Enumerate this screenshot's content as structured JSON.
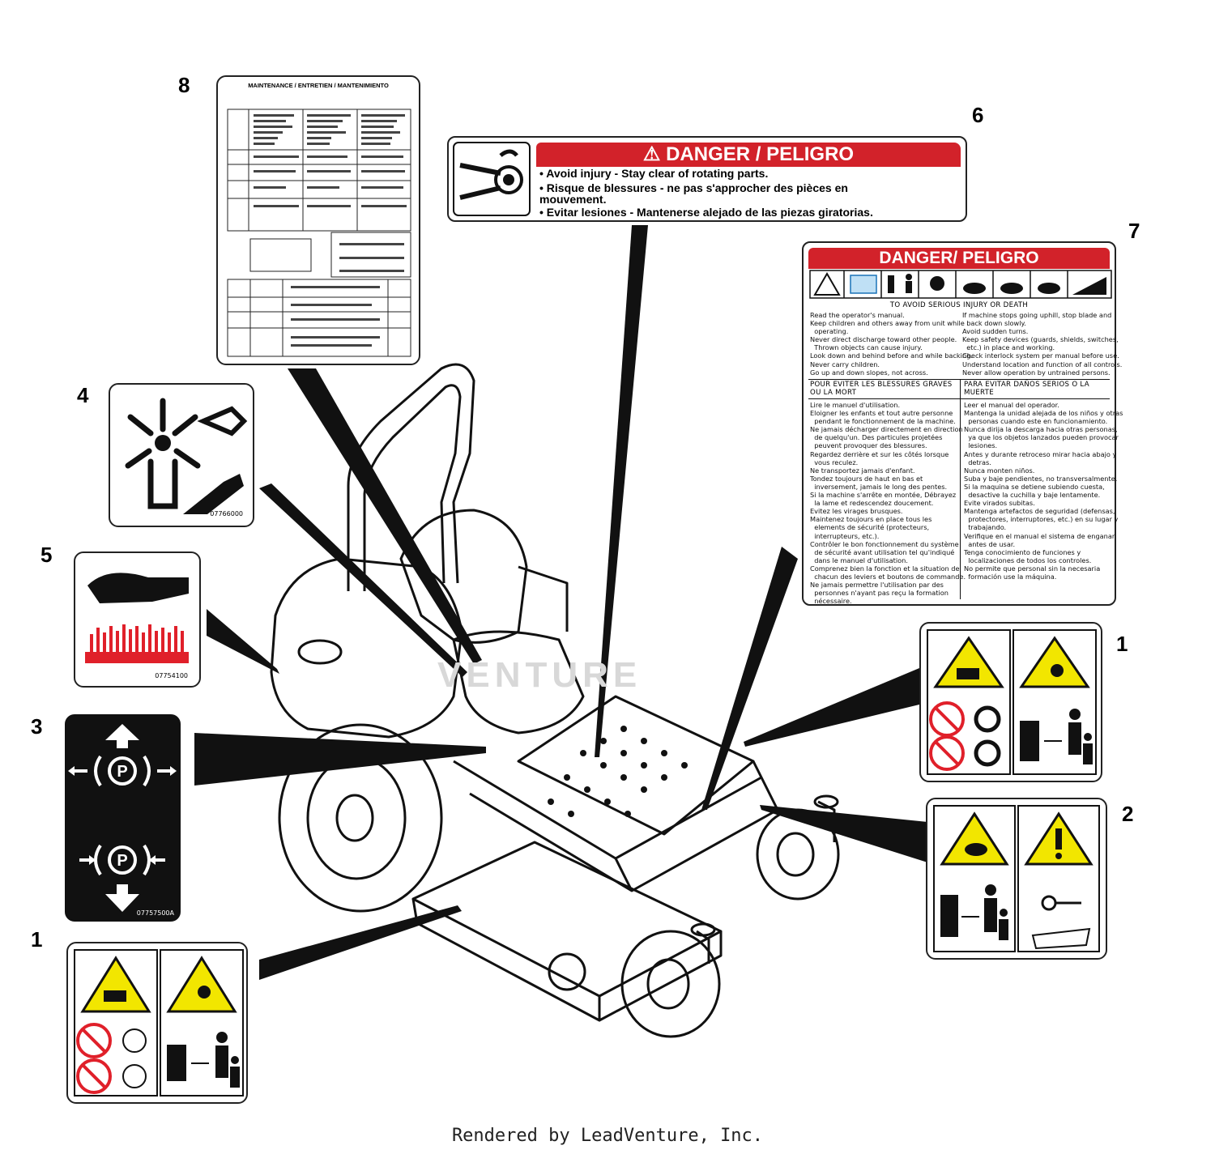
{
  "callouts": [
    "8",
    "6",
    "7",
    "4",
    "5",
    "3",
    "1",
    "2",
    "1"
  ],
  "decal6": {
    "header": "⚠ DANGER / PELIGRO",
    "lines": [
      "• Avoid injury - Stay clear of rotating parts.",
      "• Risque de blessures - ne pas s'approcher des pièces en",
      "   mouvement.",
      "• Evitar lesiones - Mantenerse alejado de las piezas giratorias."
    ]
  },
  "decal7": {
    "header": "DANGER/ PELIGRO",
    "subheader": "TO AVOID SERIOUS INJURY OR DEATH",
    "en_left": "Read the operator's manual.\nKeep children and others away from unit while\n  operating.\nNever direct discharge toward other people.\n  Thrown objects can cause injury.\nLook down and behind before and while backing.\nNever carry children.\nGo up and down slopes, not across.",
    "en_right": "If machine stops going uphill, stop blade and\n  back down slowly.\nAvoid sudden turns.\nKeep safety devices (guards, shields, switches,\n  etc.) in place and working.\nCheck interlock system per manual before use.\nUnderstand location and function of all controls.\nNever allow operation by untrained persons.",
    "fr_title": "POUR EVITER LES BLESSURES GRAVES\nOU LA MORT",
    "es_title": "PARA EVITAR DAÑOS SERIOS O LA\nMUERTE",
    "fr_text": "Lire le manuel d'utilisation.\nEloigner les enfants et tout autre personne\n  pendant le fonctionnement de la machine.\nNe jamais décharger directement en direction\n  de quelqu'un. Des particules projetées\n  peuvent provoquer des blessures.\nRegardez derrière et sur les côtés lorsque\n  vous reculez.\nNe transportez jamais d'enfant.\nTondez toujours de haut en bas et\n  inversement, jamais le long des pentes.\nSi la machine s'arrête en montée, Débrayez\n  la lame et redescendez doucement.\nEvitez les virages brusques.\nMaintenez toujours en place tous les\n  elements de sécurité (protecteurs,\n  interrupteurs, etc.).\nContrôler le bon fonctionnement du système\n  de sécurité avant utilisation tel qu'indiqué\n  dans le manuel d'utilisation.\nComprenez bien la fonction et la situation de\n  chacun des leviers et boutons de commande.\nNe jamais permettre l'utilisation par des\n  personnes n'ayant pas reçu la formation\n  nécessaire.",
    "es_text": "Leer el manual del operador.\nMantenga la unidad alejada de los niños y otras\n  personas cuando este en funcionamiento.\nNunca dirija la descarga hacia otras personas,\n  ya que los objetos lanzados pueden provocar\n  lesiones.\nAntes y durante retroceso mirar hacia abajo y\n  detras.\nNunca monten niños.\nSuba y baje pendientes, no transversalmente.\nSi la maquina se detiene subiendo cuesta,\n  desactive la cuchilla y baje lentamente.\nEvite virados subitas.\nMantenga artefactos de seguridad (defensas,\n  protectores, interruptores, etc.) en su lugar y\n  trabajando.\nVerifique en el manual el sistema de enganar\n  antes de usar.\nTenga conocimiento de funciones y\n  localizaciones de todos los controles.\nNo permite que personal sin la necesaria\n  formación use la máquina."
  },
  "decal8": {
    "header": "MAINTENANCE / ENTRETIEN / MANTENIMIENTO"
  },
  "decal4": {
    "code": "07766000"
  },
  "decal5": {
    "code": "07754100"
  },
  "decal3": {
    "code": "07757500A"
  },
  "footer": "Rendered by LeadVenture, Inc.",
  "watermark": "VENTURE",
  "colors": {
    "danger_red": "#d2222a",
    "warning_yellow": "#f2e600",
    "prohibit_red": "#e0202a"
  }
}
